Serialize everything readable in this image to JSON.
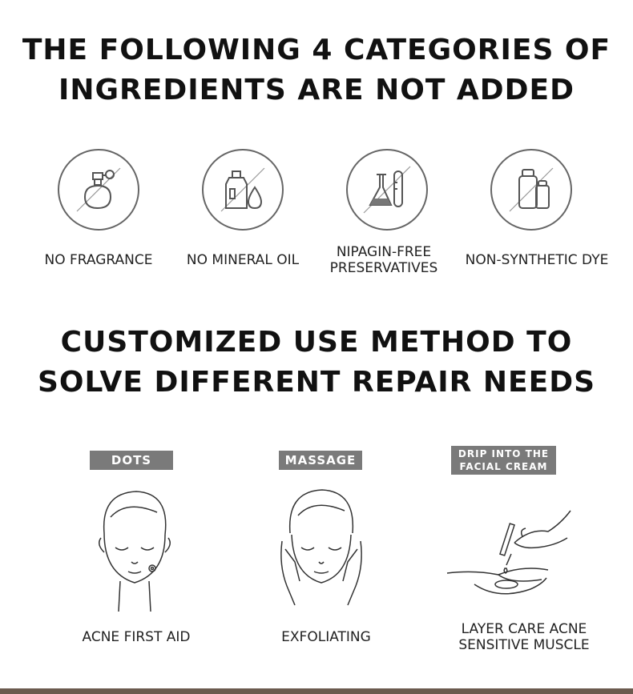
{
  "section1": {
    "title_line1": "THE FOLLOWING 4 CATEGORIES OF",
    "title_line2": "INGREDIENTS ARE NOT ADDED",
    "items": [
      {
        "icon": "perfume-bottle-icon",
        "label": "NO FRAGRANCE"
      },
      {
        "icon": "oil-bottle-drop-icon",
        "label": "NO MINERAL OIL"
      },
      {
        "icon": "lab-flask-icon",
        "label_line1": "NIPAGIN-FREE",
        "label_line2": "PRESERVATIVES"
      },
      {
        "icon": "dye-bottles-icon",
        "label": "NON-SYNTHETIC DYE"
      }
    ]
  },
  "section2": {
    "title_line1": "CUSTOMIZED USE METHOD TO",
    "title_line2": "SOLVE DIFFERENT REPAIR NEEDS",
    "methods": [
      {
        "badge": "DOTS",
        "caption": "ACNE FIRST AID"
      },
      {
        "badge": "MASSAGE",
        "caption": "EXFOLIATING"
      },
      {
        "badge_line1": "DRIP INTO THE",
        "badge_line2": "FACIAL CREAM",
        "caption_line1": "LAYER CARE ACNE",
        "caption_line2": "SENSITIVE MUSCLE"
      }
    ]
  },
  "colors": {
    "text": "#111111",
    "icon_stroke": "#666666",
    "badge_bg": "#7a7a7a",
    "bottom_bar": "#6b5a4e"
  }
}
